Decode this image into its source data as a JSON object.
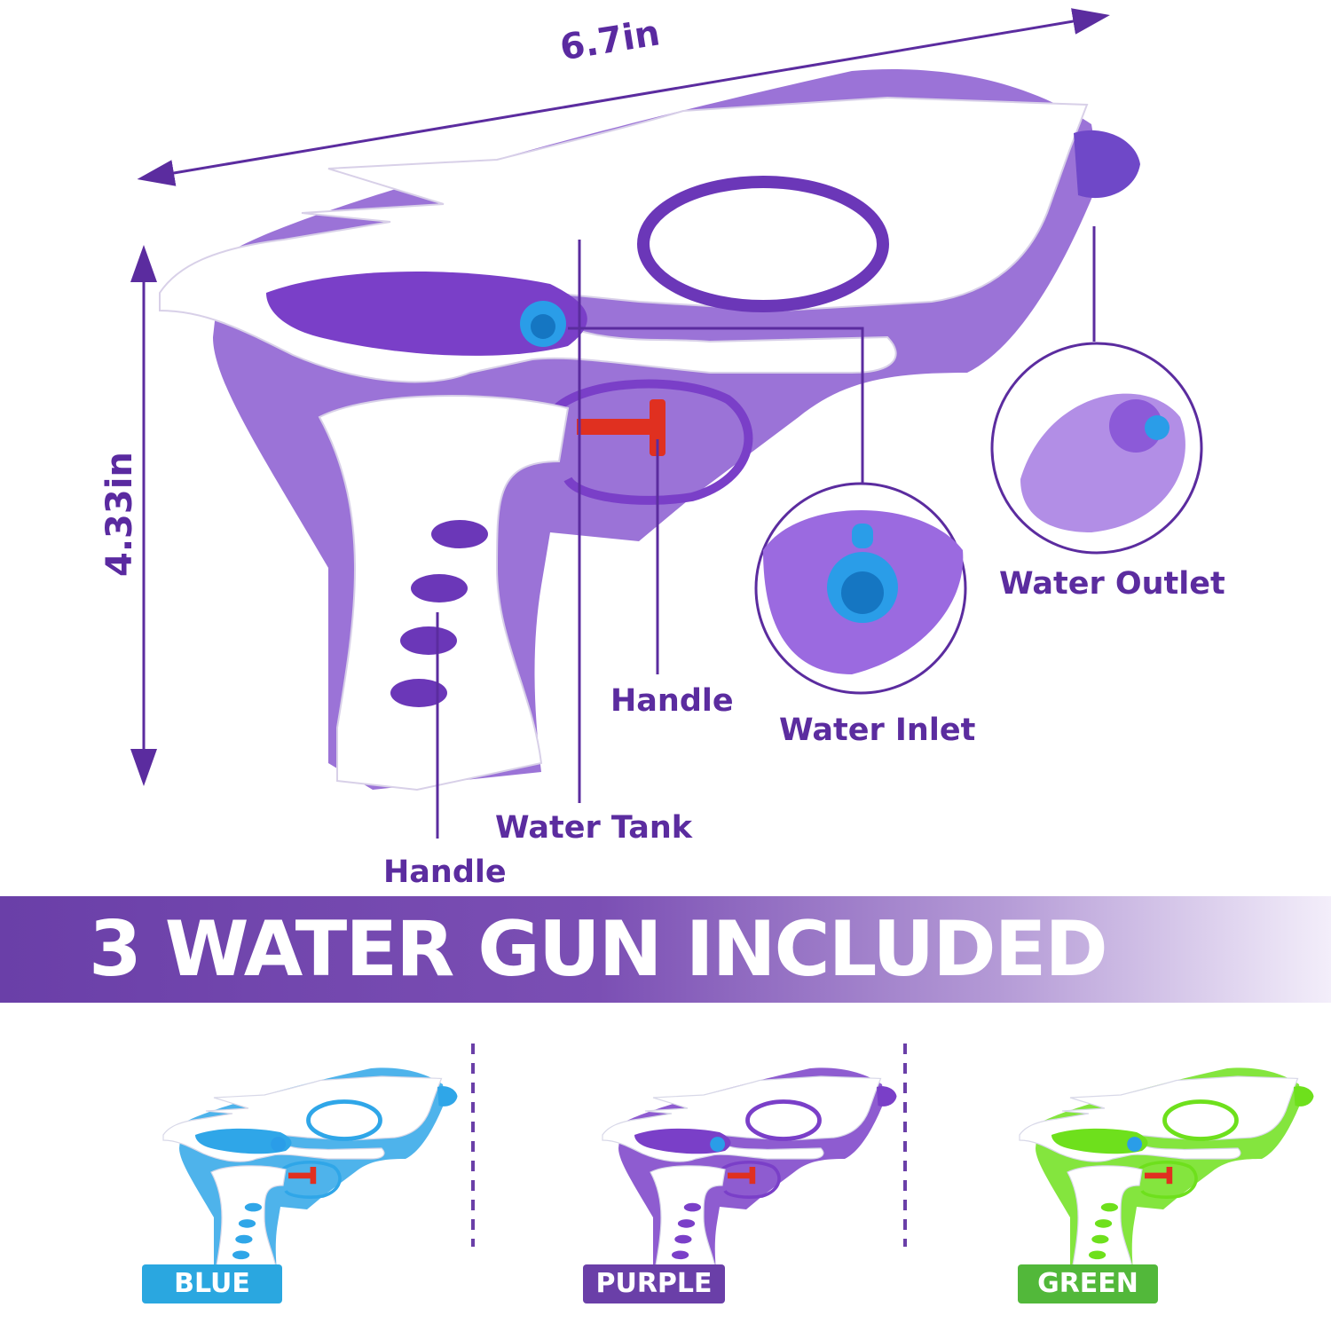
{
  "dimensions": {
    "width_label": "6.7in",
    "height_label": "4.33in"
  },
  "callouts": {
    "water_outlet": "Water Outlet",
    "water_inlet": "Water Inlet",
    "handle_pump": "Handle",
    "water_tank": "Water Tank",
    "handle_grip": "Handle"
  },
  "banner": {
    "title": "3 WATER GUN INCLUDED"
  },
  "variants": [
    {
      "label": "BLUE",
      "color": "#2aa7e0",
      "body": "#2fa6e8"
    },
    {
      "label": "PURPLE",
      "color": "#6a3fa8",
      "body": "#7a3fc8"
    },
    {
      "label": "GREEN",
      "color": "#52b83a",
      "body": "#6ee01c"
    }
  ],
  "colors": {
    "accent": "#5b2c9f",
    "pump": "#e03020",
    "inlet": "#2a9de8"
  }
}
